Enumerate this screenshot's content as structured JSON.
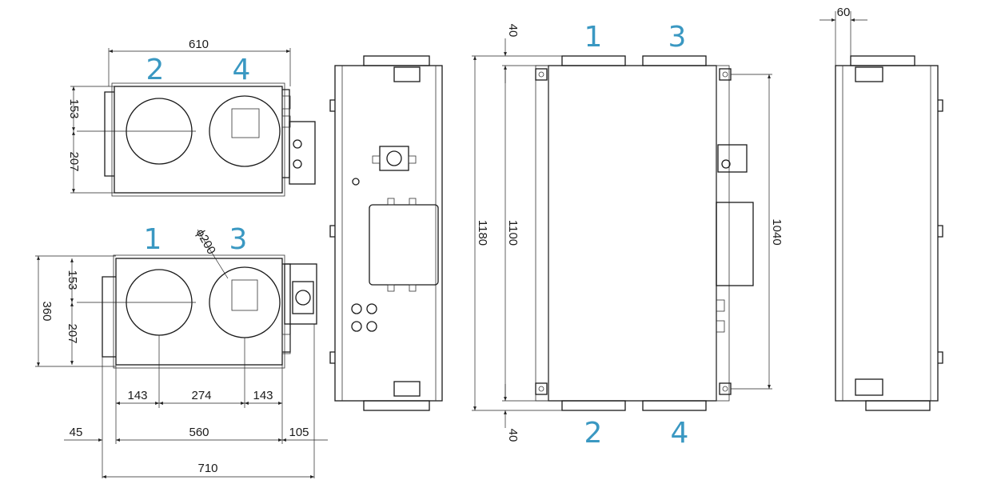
{
  "colors": {
    "port_label": "#3a98c2",
    "line": "#1a1a1a",
    "background": "#ffffff"
  },
  "top_view": {
    "ports": [
      "2",
      "4"
    ],
    "dims": {
      "width": "610",
      "upper": "153",
      "lower": "207"
    }
  },
  "bottom_view": {
    "ports": [
      "1",
      "3"
    ],
    "dims": {
      "diameter": "ϕ200",
      "upper": "153",
      "lower": "207",
      "height": "360",
      "seg1": "143",
      "seg2": "274",
      "seg3": "143",
      "left": "45",
      "middle": "560",
      "right": "105",
      "total": "710"
    }
  },
  "front_view": {
    "ports_top": [
      "1",
      "3"
    ],
    "ports_bottom": [
      "2",
      "4"
    ],
    "dims": {
      "top": "40",
      "bottom": "40",
      "overall": "1180",
      "body": "1100",
      "mount": "1040"
    }
  },
  "right_view": {
    "dims": {
      "offset": "60"
    }
  }
}
